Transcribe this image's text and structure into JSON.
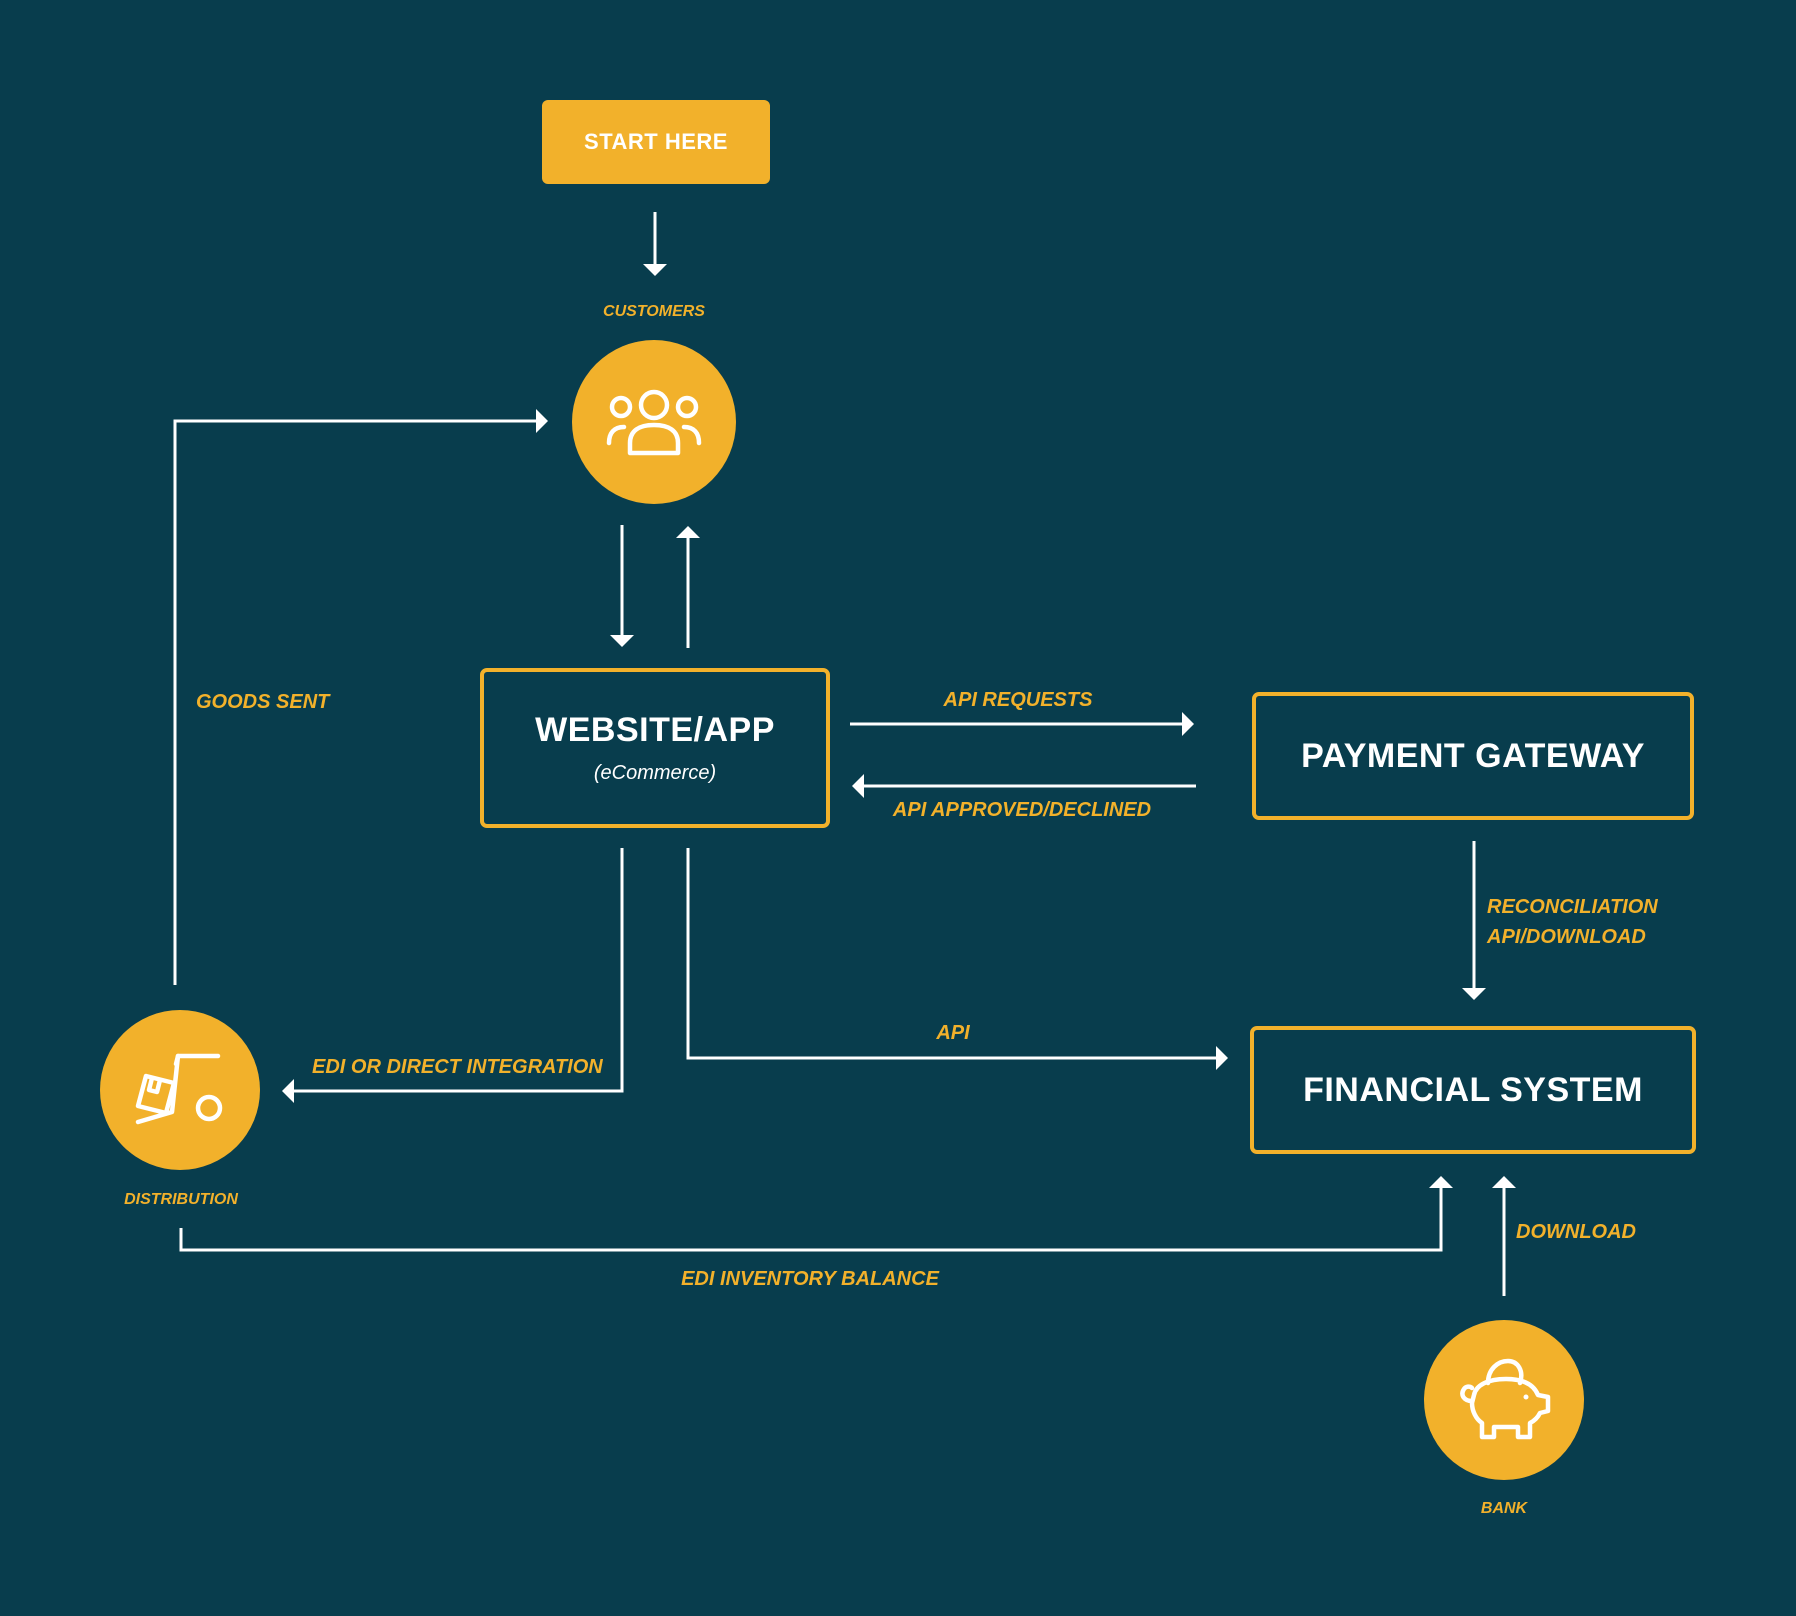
{
  "start": {
    "label": "START HERE"
  },
  "customers": {
    "label": "CUSTOMERS",
    "icon": "users-icon"
  },
  "website": {
    "title": "WEBSITE/APP",
    "subtitle": "(eCommerce)"
  },
  "payment_gateway": {
    "title": "PAYMENT GATEWAY"
  },
  "financial_system": {
    "title": "FINANCIAL SYSTEM"
  },
  "distribution": {
    "label": "DISTRIBUTION",
    "icon": "hand-truck-icon"
  },
  "bank": {
    "label": "BANK",
    "icon": "piggy-bank-icon"
  },
  "flows": {
    "goods_sent": "GOODS SENT",
    "api_requests": "API REQUESTS",
    "api_approved": "API APPROVED/DECLINED",
    "reconciliation_1": "RECONCILIATION",
    "reconciliation_2": "API/DOWNLOAD",
    "api": "API",
    "edi_direct": "EDI OR DIRECT INTEGRATION",
    "edi_inventory": "EDI INVENTORY BALANCE",
    "download": "DOWNLOAD"
  },
  "colors": {
    "background": "#083d4d",
    "accent": "#f2b12b",
    "line": "#ffffff"
  }
}
